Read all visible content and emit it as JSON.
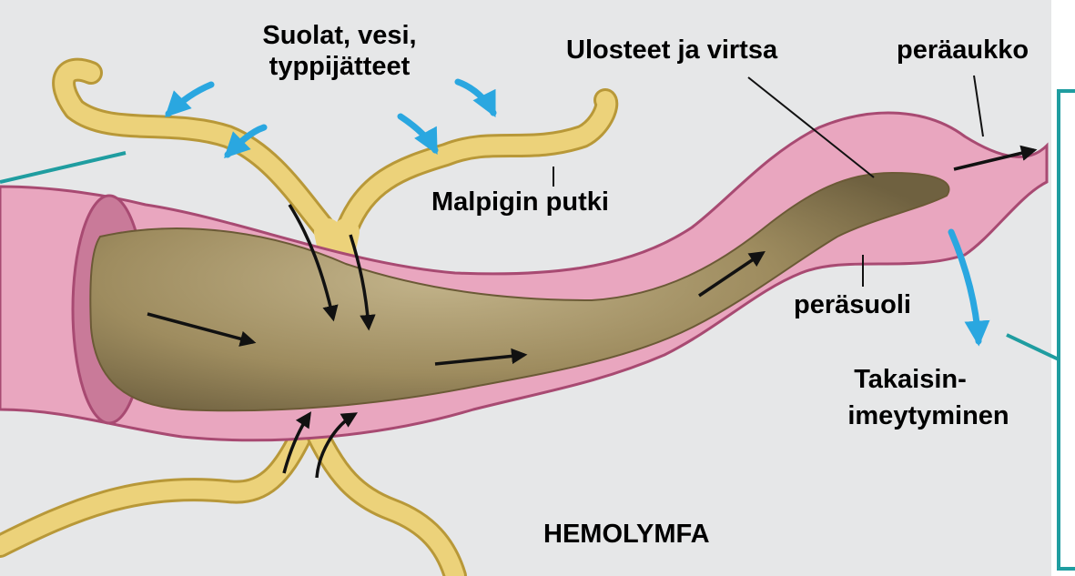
{
  "labels": {
    "salts": [
      "Suolat, vesi,",
      "typpijätteet"
    ],
    "feces": "Ulosteet ja virtsa",
    "anus": "peräaukko",
    "malpighi": "Malpigin putki",
    "rectum": "peräsuoli",
    "reabsorption": [
      "Takaisin-",
      "imeytyminen"
    ],
    "hemolymph": "HEMOLYMFA"
  },
  "colors": {
    "background": "#e6e7e8",
    "tubule": "#ecd27a",
    "tubule_edge": "#b89838",
    "gut_wall": "#e9a6bf",
    "gut_wall_edge": "#a84a72",
    "gut_content": "#9c8a60",
    "blue_arrow": "#2aa7e0",
    "teal_line": "#1f9da0"
  }
}
